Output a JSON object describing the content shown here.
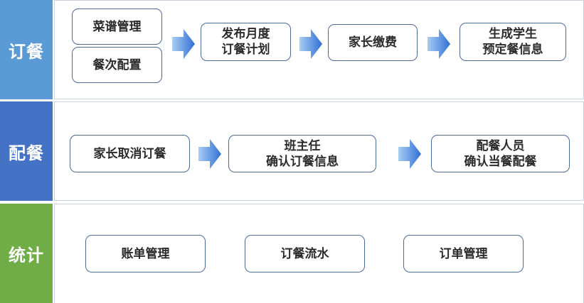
{
  "sections": {
    "ordering": {
      "label": "订餐",
      "boxes": {
        "menu_management": "菜谱管理",
        "meal_config": "餐次配置",
        "publish_plan": "发布月度\n订餐计划",
        "parent_payment": "家长缴费",
        "generate_info": "生成学生\n预定餐信息"
      }
    },
    "delivery": {
      "label": "配餐",
      "boxes": {
        "parent_cancel": "家长取消订餐",
        "teacher_confirm": "班主任\n确认订餐信息",
        "staff_confirm": "配餐人员\n确认当餐配餐"
      }
    },
    "stats": {
      "label": "统计",
      "boxes": {
        "bill_management": "账单管理",
        "order_flow": "订餐流水",
        "order_management": "订单管理"
      }
    }
  },
  "colors": {
    "ordering": "#5b9bd5",
    "delivery": "#4472c4",
    "stats": "#70ad47",
    "arrow_light": "#9cc3ef",
    "arrow_dark": "#2f6fd4"
  }
}
